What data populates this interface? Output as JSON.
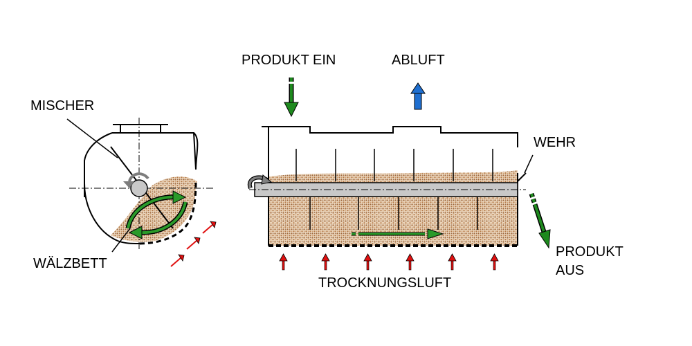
{
  "labels": {
    "mischer": "MISCHER",
    "waelzbett": "WÄLZBETT",
    "produkt_ein": "PRODUKT EIN",
    "abluft": "ABLUFT",
    "wehr": "WEHR",
    "produkt_aus_line1": "PRODUKT",
    "produkt_aus_line2": "AUS",
    "trocknungsluft": "TROCKNUNGSLUFT"
  },
  "colors": {
    "product_inflow_arrow": "#1e8a1e",
    "exhaust_arrow": "#1f6fd0",
    "drying_air_arrows": "#e01010",
    "bed_fill": "#c79a6e",
    "shaft": "#c8c8c8"
  }
}
